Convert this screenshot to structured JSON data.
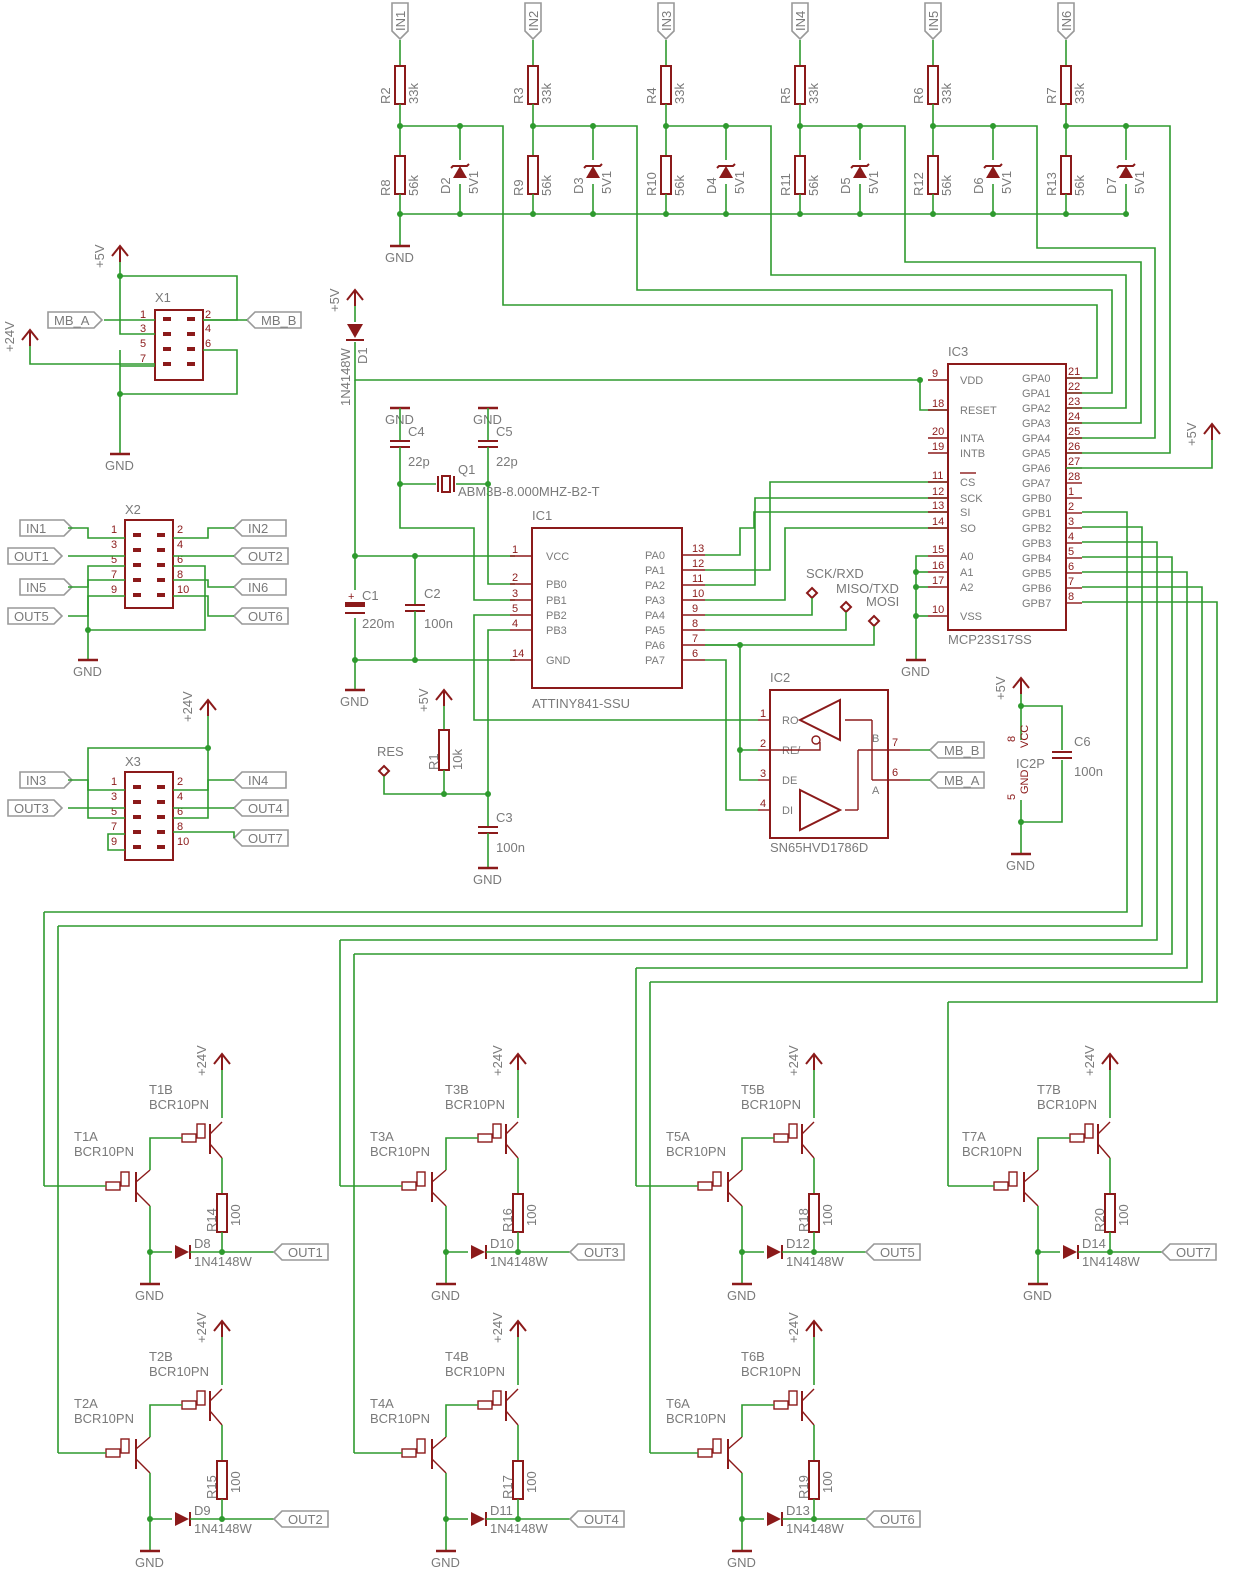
{
  "inputs": [
    {
      "port": "IN1",
      "rtop": "R2",
      "rtop_val": "33k",
      "rbot": "R8",
      "rbot_val": "56k",
      "diode": "D2",
      "dval": "5V1"
    },
    {
      "port": "IN2",
      "rtop": "R3",
      "rtop_val": "33k",
      "rbot": "R9",
      "rbot_val": "56k",
      "diode": "D3",
      "dval": "5V1"
    },
    {
      "port": "IN3",
      "rtop": "R4",
      "rtop_val": "33k",
      "rbot": "R10",
      "rbot_val": "56k",
      "diode": "D4",
      "dval": "5V1"
    },
    {
      "port": "IN4",
      "rtop": "R5",
      "rtop_val": "33k",
      "rbot": "R11",
      "rbot_val": "56k",
      "diode": "D5",
      "dval": "5V1"
    },
    {
      "port": "IN5",
      "rtop": "R6",
      "rtop_val": "33k",
      "rbot": "R12",
      "rbot_val": "56k",
      "diode": "D6",
      "dval": "5V1"
    },
    {
      "port": "IN6",
      "rtop": "R7",
      "rtop_val": "33k",
      "rbot": "R13",
      "rbot_val": "56k",
      "diode": "D7",
      "dval": "5V1"
    }
  ],
  "gnd": "GND",
  "p5v": "+5V",
  "p24v": "+24V",
  "x1": {
    "name": "X1",
    "mb_a": "MB_A",
    "mb_b": "MB_B",
    "pins": [
      "1",
      "2",
      "3",
      "4",
      "5",
      "6",
      "7"
    ]
  },
  "x2": {
    "name": "X2",
    "left": [
      "IN1",
      "OUT1",
      "IN5",
      "OUT5"
    ],
    "right": [
      "IN2",
      "OUT2",
      "IN6",
      "OUT6"
    ],
    "pins": [
      "1",
      "2",
      "3",
      "4",
      "5",
      "6",
      "7",
      "8",
      "9",
      "10"
    ]
  },
  "x3": {
    "name": "X3",
    "left": [
      "IN3",
      "OUT3"
    ],
    "right": [
      "IN4",
      "OUT4",
      "OUT7"
    ],
    "pins": [
      "1",
      "2",
      "3",
      "4",
      "5",
      "6",
      "7",
      "8",
      "9",
      "10"
    ]
  },
  "d1": {
    "name": "D1",
    "value": "1N4148W"
  },
  "c1": {
    "name": "C1",
    "value": "220m"
  },
  "c2": {
    "name": "C2",
    "value": "100n"
  },
  "c3": {
    "name": "C3",
    "value": "100n"
  },
  "c4": {
    "name": "C4",
    "value": "22p"
  },
  "c5": {
    "name": "C5",
    "value": "22p"
  },
  "c6": {
    "name": "C6",
    "value": "100n"
  },
  "q1": {
    "name": "Q1",
    "value": "ABM3B-8.000MHZ-B2-T"
  },
  "r1": {
    "name": "R1",
    "value": "10k"
  },
  "res": "RES",
  "tp": {
    "sck": "SCK/RXD",
    "miso": "MISO/TXD",
    "mosi": "MOSI"
  },
  "ic1": {
    "name": "IC1",
    "part": "ATTINY841-SSU",
    "left": [
      {
        "n": "1",
        "l": "VCC"
      },
      {
        "n": "2",
        "l": "PB0"
      },
      {
        "n": "3",
        "l": "PB1"
      },
      {
        "n": "5",
        "l": "PB2"
      },
      {
        "n": "4",
        "l": "PB3"
      },
      {
        "n": "14",
        "l": "GND"
      }
    ],
    "right": [
      {
        "n": "13",
        "l": "PA0"
      },
      {
        "n": "12",
        "l": "PA1"
      },
      {
        "n": "11",
        "l": "PA2"
      },
      {
        "n": "10",
        "l": "PA3"
      },
      {
        "n": "9",
        "l": "PA4"
      },
      {
        "n": "8",
        "l": "PA5"
      },
      {
        "n": "7",
        "l": "PA6"
      },
      {
        "n": "6",
        "l": "PA7"
      }
    ]
  },
  "ic2": {
    "name": "IC2",
    "part": "SN65HVD1786D",
    "left": [
      {
        "n": "1",
        "l": "RO"
      },
      {
        "n": "2",
        "l": "RE/"
      },
      {
        "n": "3",
        "l": "DE"
      },
      {
        "n": "4",
        "l": "DI"
      }
    ],
    "right": [
      {
        "n": "7",
        "l": "B"
      },
      {
        "n": "6",
        "l": "A"
      }
    ],
    "mb_b": "MB_B",
    "mb_a": "MB_A"
  },
  "ic2p": {
    "name": "IC2P",
    "vcc": "VCC",
    "gnd": "GND",
    "p8": "8",
    "p5": "5"
  },
  "ic3": {
    "name": "IC3",
    "part": "MCP23S17SS",
    "left": [
      {
        "n": "9",
        "l": "VDD"
      },
      {
        "n": "18",
        "l": "RESET"
      },
      {
        "n": "20",
        "l": "INTA"
      },
      {
        "n": "19",
        "l": "INTB"
      },
      {
        "n": "11",
        "l": "CS"
      },
      {
        "n": "12",
        "l": "SCK"
      },
      {
        "n": "13",
        "l": "SI"
      },
      {
        "n": "14",
        "l": "SO"
      },
      {
        "n": "15",
        "l": "A0"
      },
      {
        "n": "16",
        "l": "A1"
      },
      {
        "n": "17",
        "l": "A2"
      },
      {
        "n": "10",
        "l": "VSS"
      }
    ],
    "right": [
      {
        "n": "21",
        "l": "GPA0"
      },
      {
        "n": "22",
        "l": "GPA1"
      },
      {
        "n": "23",
        "l": "GPA2"
      },
      {
        "n": "24",
        "l": "GPA3"
      },
      {
        "n": "25",
        "l": "GPA4"
      },
      {
        "n": "26",
        "l": "GPA5"
      },
      {
        "n": "27",
        "l": "GPA6"
      },
      {
        "n": "28",
        "l": "GPA7"
      },
      {
        "n": "1",
        "l": "GPB0"
      },
      {
        "n": "2",
        "l": "GPB1"
      },
      {
        "n": "3",
        "l": "GPB2"
      },
      {
        "n": "4",
        "l": "GPB3"
      },
      {
        "n": "5",
        "l": "GPB4"
      },
      {
        "n": "6",
        "l": "GPB5"
      },
      {
        "n": "7",
        "l": "GPB6"
      },
      {
        "n": "8",
        "l": "GPB7"
      }
    ]
  },
  "drivers": [
    {
      "ta": "T1A",
      "tb": "T1B",
      "part": "BCR10PN",
      "r": "R14",
      "rval": "100",
      "d": "D8",
      "dval": "1N4148W",
      "out": "OUT1"
    },
    {
      "ta": "T3A",
      "tb": "T3B",
      "part": "BCR10PN",
      "r": "R16",
      "rval": "100",
      "d": "D10",
      "dval": "1N4148W",
      "out": "OUT3"
    },
    {
      "ta": "T5A",
      "tb": "T5B",
      "part": "BCR10PN",
      "r": "R18",
      "rval": "100",
      "d": "D12",
      "dval": "1N4148W",
      "out": "OUT5"
    },
    {
      "ta": "T7A",
      "tb": "T7B",
      "part": "BCR10PN",
      "r": "R20",
      "rval": "100",
      "d": "D14",
      "dval": "1N4148W",
      "out": "OUT7"
    },
    {
      "ta": "T2A",
      "tb": "T2B",
      "part": "BCR10PN",
      "r": "R15",
      "rval": "100",
      "d": "D9",
      "dval": "1N4148W",
      "out": "OUT2"
    },
    {
      "ta": "T4A",
      "tb": "T4B",
      "part": "BCR10PN",
      "r": "R17",
      "rval": "100",
      "d": "D11",
      "dval": "1N4148W",
      "out": "OUT4"
    },
    {
      "ta": "T6A",
      "tb": "T6B",
      "part": "BCR10PN",
      "r": "R19",
      "rval": "100",
      "d": "D13",
      "dval": "1N4148W",
      "out": "OUT6"
    }
  ]
}
